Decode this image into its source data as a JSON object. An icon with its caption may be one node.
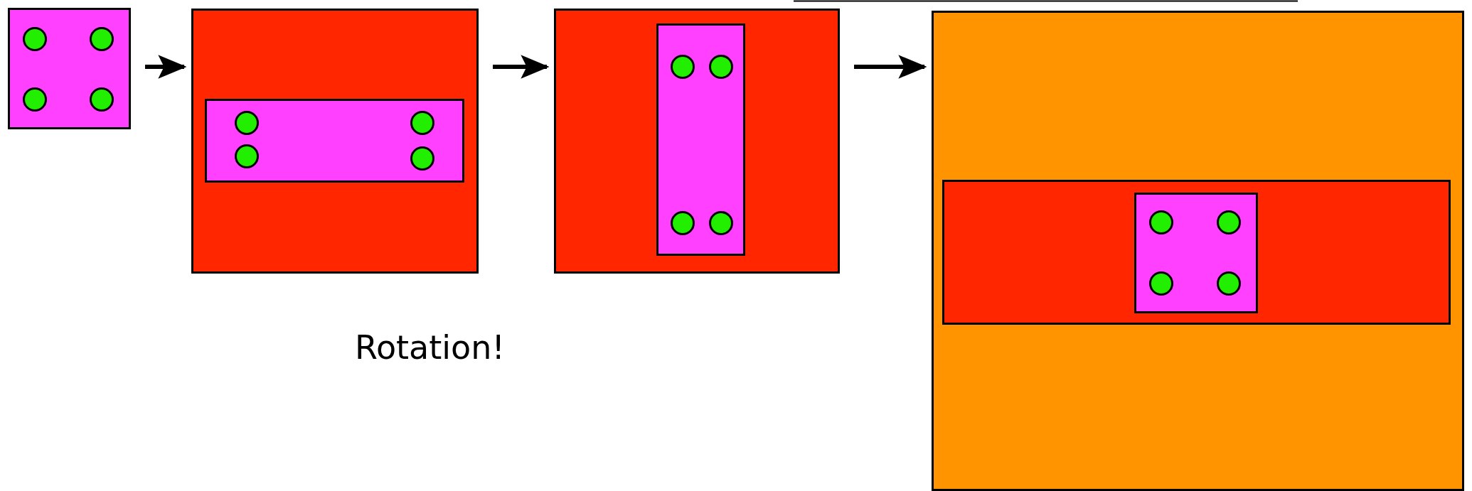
{
  "diagram": {
    "nodes": [
      {
        "text": [],
        "shape": "box"
      },
      {
        "text": [],
        "shape": "circle",
        "in": 0
      },
      {
        "text": [],
        "shape": "circle",
        "in": 0
      },
      {
        "text": [],
        "shape": "circle",
        "in": 0
      },
      {
        "text": [],
        "shape": "circle",
        "in": 0
      },
      {
        "text": [],
        "shape": "box"
      },
      {
        "text": [],
        "shape": "box",
        "in": 5
      },
      {
        "text": [],
        "shape": "circle",
        "in": 6
      },
      {
        "text": [],
        "shape": "circle",
        "in": 6
      },
      {
        "text": [],
        "shape": "circle",
        "in": 6
      },
      {
        "text": [],
        "shape": "circle",
        "in": 6
      },
      {
        "text": [],
        "shape": "box"
      },
      {
        "text": [],
        "shape": "box",
        "in": 11
      },
      {
        "text": [],
        "shape": "circle",
        "in": 12
      },
      {
        "text": [],
        "shape": "circle",
        "in": 12
      },
      {
        "text": [],
        "shape": "circle",
        "in": 12
      },
      {
        "text": [],
        "shape": "circle",
        "in": 12
      },
      {
        "text": [],
        "shape": "box"
      },
      {
        "text": [],
        "shape": "box",
        "in": 17
      },
      {
        "text": [],
        "shape": "box",
        "in": 18
      },
      {
        "text": [],
        "shape": "circle",
        "in": 19
      },
      {
        "text": [],
        "shape": "circle",
        "in": 19
      },
      {
        "text": [],
        "shape": "circle",
        "in": 19
      },
      {
        "text": [],
        "shape": "circle",
        "in": 19
      }
    ],
    "edges": [
      {
        "from": 0,
        "to": 5,
        "arrow": "to"
      },
      {
        "from": 5,
        "to": 11,
        "arrow": "to"
      },
      {
        "from": 11,
        "to": 17,
        "arrow": "to"
      }
    ],
    "labels": [
      "Rotation!"
    ]
  }
}
